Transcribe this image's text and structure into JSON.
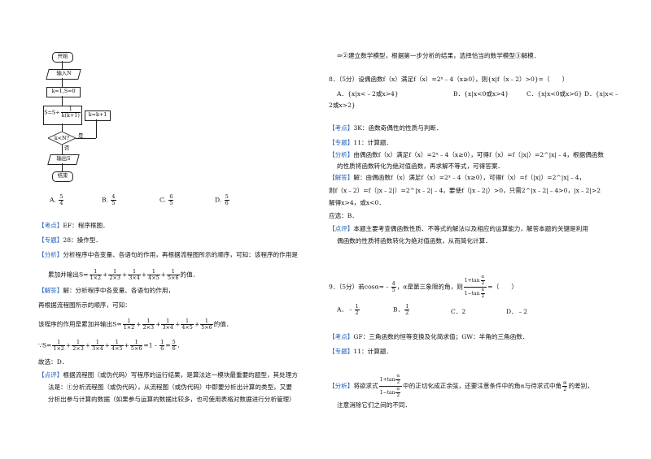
{
  "flowchart": {
    "start": "开始",
    "input": "输入N",
    "init": "k=1,S=0",
    "assign_S": "S=S+",
    "assign_S_frac_num": "1",
    "assign_S_frac_den": "k(k+1)",
    "assign_k": "k=k+1",
    "condition": "k<N?",
    "yes": "是",
    "no": "否",
    "output": "输出S",
    "end": "结束"
  },
  "q7": {
    "options": [
      {
        "label": "A.",
        "num": "5",
        "den": "4"
      },
      {
        "label": "B.",
        "num": "4",
        "den": "5"
      },
      {
        "label": "C.",
        "num": "6",
        "den": "5"
      },
      {
        "label": "D.",
        "num": "5",
        "den": "6"
      }
    ],
    "kaodian_tag": "【考点】",
    "kaodian": "EF：程序框图．",
    "zhuanti_tag": "【专题】",
    "zhuanti": "28：操作型．",
    "fenxi_tag": "【分析】",
    "fenxi1": "分析程序中各变量、各语句的作用，再根据流程图所示的顺序，可知：该程序的作用是",
    "fenxi2_pre": "累加并输出S=",
    "fenxi2_post": "的值．",
    "jieda_tag": "【解答】",
    "jieda1": "解：分析程序中各变量、各语句的作用，",
    "jieda2": "再根据流程图所示的顺序，可知：",
    "jieda3_pre": "该程序的作用是累加并输出S=",
    "jieda3_post": "的值．",
    "jieda4_pre": "∵S=",
    "jieda4_post": "=1﹣",
    "jieda4_end": "．",
    "jieda5": "故选：D．",
    "dianping_tag": "【点评】",
    "dianping1": "根据流程图（或伪代码）写程序的运行结果，是算法这一模块最重要的题型，其处理方",
    "dianping2": "法是：①分析流程图（或伪代码），从流程图（或伪代码）中即要分析出计算的类型，又要",
    "dianping3": "分析出参与计算的数据（如果参与运算的数据比较多，也可使用表格对数据进行分析管理）"
  },
  "right": {
    "line_top": "⇒②建立数学模型，根据第一步分析的结果，选择恰当的数学模型③解模．",
    "q8_stem": "8．（5分）设偶函数f（x）满足f（x）=2ˣ﹣4（x≥0），则{x|f（x﹣2）>0}=（　　）",
    "q8_A": "A．{x|x<﹣2或x>4}",
    "q8_B": "B．{x|x<0或x>4}",
    "q8_C": "C．{x|x<0或x>6}",
    "q8_D": "D．{x|x<﹣",
    "q8_D2": "2或x>2}",
    "q8_kaodian_tag": "【考点】",
    "q8_kaodian": "3K：函数奇偶性的性质与判断．",
    "q8_zhuanti_tag": "【专题】",
    "q8_zhuanti": "11：计算题．",
    "q8_fenxi_tag": "【分析】",
    "q8_fenxi1": "由偶函数f（x）满足f（x）=2ˣ﹣4（x≥0），可得f（x）=f（|x|）=2^|x|﹣4，根据偶函数",
    "q8_fenxi2": "的性质将函数转化为绝对值函数，再求解不等式，可得答案．",
    "q8_jieda_tag": "【解答】",
    "q8_jieda1": "解：由偶函数f（x）满足f（x）=2ˣ﹣4（x≥0），可得f（x）=f（|x|）=2^|x|﹣4，",
    "q8_jieda2": "则f（x﹣2）=f（|x﹣2|）=2^|x﹣2|﹣4，要使f（|x﹣2|）>0，只需2^|x﹣2|﹣4>0，|x﹣2|>2",
    "q8_jieda3": "解得x>4，或x<0．",
    "q8_jieda4": "应选：B．",
    "q8_dianping_tag": "【点评】",
    "q8_dianping1": "本题主要考查偶函数性质、不等式的解法以及相应的运算能力，解答本题的关键是利用",
    "q8_dianping2": "偶函数的性质将函数转化为绝对值函数，从而简化计算．",
    "q9_stem_pre": "9．（5分）若cosα=﹣",
    "q9_cos_num": "4",
    "q9_cos_den": "5",
    "q9_stem_mid": "，α是第三象限的角，则",
    "q9_expr_num_top": "1+tan",
    "q9_expr_num_a": "α",
    "q9_expr_num_2": "2",
    "q9_expr_den_top": "1−tan",
    "q9_stem_end": "=（　　）",
    "q9_A_label": "A．",
    "q9_A_num": "1",
    "q9_A_den": "2",
    "q9_A_sign": "﹣",
    "q9_B_label": "B．",
    "q9_B_num": "1",
    "q9_B_den": "2",
    "q9_C": "C．2",
    "q9_D": "D．﹣2",
    "q9_kaodian_tag": "【考点】",
    "q9_kaodian": "GF：三角函数的恒等变换及化简求值；GW：半角的三角函数．",
    "q9_zhuanti_tag": "【专题】",
    "q9_zhuanti": "11：计算题．",
    "q9_fenxi_tag": "【分析】",
    "q9_fenxi1_pre": "将欲求式",
    "q9_fenxi1_mid": "中的正切化成正余弦，还要注意条件中的角α与待求式中角",
    "q9_fenxi1_end": "的差别，",
    "q9_fenxi2": "注意消除它们之间的不同．"
  },
  "colors": {
    "tag": "#1f5fb5",
    "text": "#111111"
  }
}
